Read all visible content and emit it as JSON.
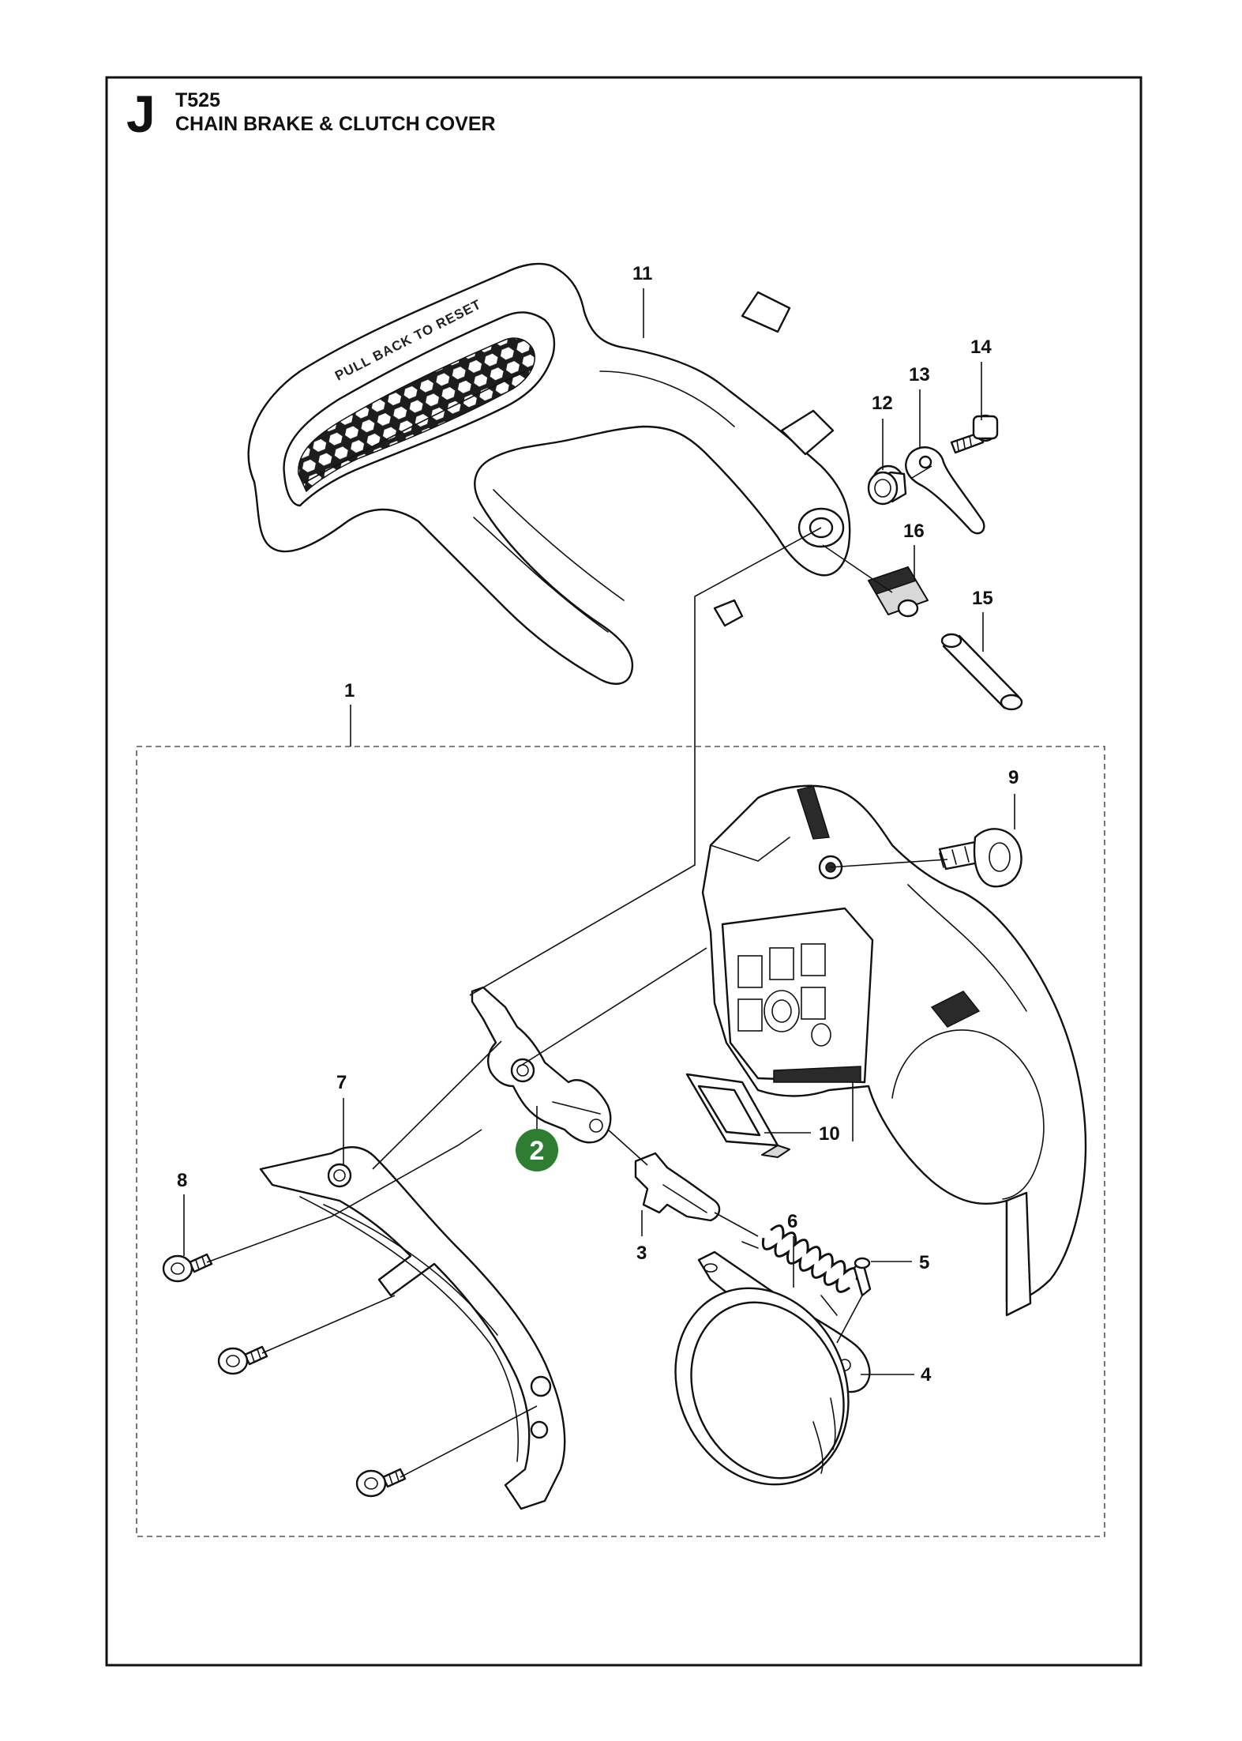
{
  "section": {
    "letter": "J",
    "model": "T525",
    "title": "CHAIN BRAKE & CLUTCH COVER"
  },
  "embossed_text": "PULL BACK TO RESET",
  "callouts": [
    "1",
    "2",
    "3",
    "4",
    "5",
    "6",
    "7",
    "8",
    "9",
    "10",
    "11",
    "12",
    "13",
    "14",
    "15",
    "16"
  ],
  "highlight": {
    "number": "2",
    "color": "#2e7d32"
  },
  "colors": {
    "line": "#111111",
    "background": "#ffffff"
  }
}
